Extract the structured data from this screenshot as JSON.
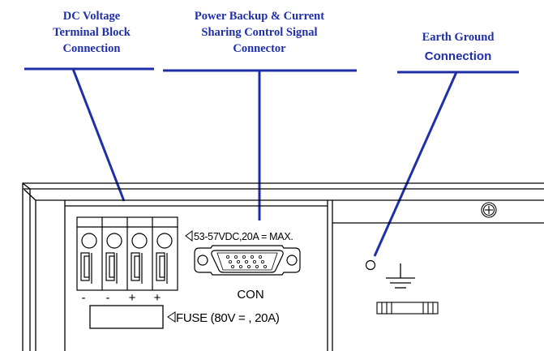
{
  "callouts": {
    "dc_voltage": [
      "DC Voltage",
      "Terminal Block",
      "Connection"
    ],
    "power_backup": [
      "Power Backup & Current",
      "Sharing Control Signal",
      "Connector"
    ],
    "earth_ground": [
      "Earth Ground",
      "Connection"
    ]
  },
  "panel": {
    "voltage_rating": "53-57VDC,20A",
    "voltage_rating_symbol": "=",
    "voltage_rating_max": "MAX.",
    "connector_label": "CON",
    "fuse_label": "FUSE (80V",
    "fuse_rating_tail": ", 20A)",
    "terminal_polarity": [
      "-",
      "-",
      "+",
      "+"
    ]
  },
  "icons": {
    "screw": "screw-icon",
    "ground": "ground-symbol-icon",
    "db15": "db15-connector-icon",
    "warning_triangle": "triangle-marker-icon"
  },
  "colors": {
    "callout": "#1f2fa8",
    "drawing": "#000000"
  }
}
